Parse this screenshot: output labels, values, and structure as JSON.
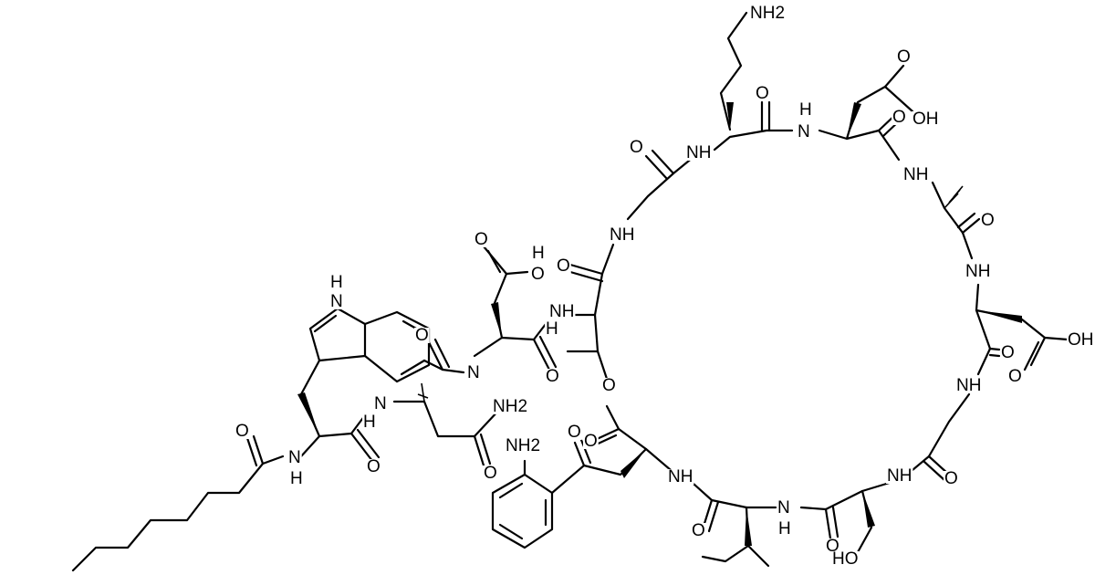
{
  "colors": {
    "background": "#ffffff",
    "ink": "#000000"
  },
  "labels": {
    "nh2_top": "NH2",
    "o_asp1_a": "O",
    "oh_asp1": "OH",
    "o_orn": "O",
    "nh_top": "H",
    "n_top": "N",
    "o_asp1_b": "O",
    "o_gly1": "O",
    "nh_gly1": "NH",
    "nh_ala": "NH",
    "o_ala": "O",
    "nh_gly2": "NH",
    "o_thr": "O",
    "nh_thr": "NH",
    "h_thr": "H",
    "o_asp2_a": "O",
    "h_asp2": "H",
    "o_asp2_b": "O",
    "nh_asp3": "NH",
    "o_asp3_a": "O",
    "oh_asp3": "OH",
    "o_asp2_c": "O",
    "nh_h_trp": "H",
    "n_trp": "N",
    "o_asn": "O",
    "n_asn": "N",
    "nh2_asn": "NH2",
    "nh_asn": "N",
    "h_asn": "H",
    "o_ester": "O",
    "o_dec": "O",
    "n_dec": "N",
    "h_dec": "H",
    "o_trp": "O",
    "o_asn2": "O",
    "nh2_kyn": "NH2",
    "o_kyn": "O",
    "o_kyn2": "O",
    "nh_kyn": "NH",
    "nh_gly3": "NH",
    "o_gly3": "O",
    "nh_ser": "NH",
    "o_ser": "O",
    "o_ile": "O",
    "n_ile": "N",
    "h_ile": "H",
    "o_ile2": "O",
    "ho_ser": "HO",
    "nh_ring": "NH"
  }
}
